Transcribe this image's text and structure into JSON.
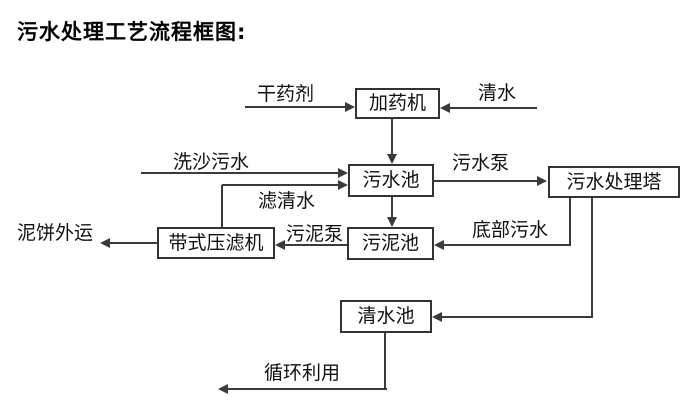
{
  "title": "污水处理工艺流程框图:",
  "diagram": {
    "type": "flowchart",
    "colors": {
      "background": "#ffffff",
      "line": "#3a3a3a",
      "box_border": "#333333",
      "text": "#000000"
    },
    "nodes": [
      {
        "id": "dosing-machine",
        "label": "加药机"
      },
      {
        "id": "sewage-pool",
        "label": "污水池"
      },
      {
        "id": "sewage-treatment-tower",
        "label": "污水处理塔"
      },
      {
        "id": "sludge-pool",
        "label": "污泥池"
      },
      {
        "id": "belt-filter-press",
        "label": "带式压滤机"
      },
      {
        "id": "clear-water-pool",
        "label": "清水池"
      }
    ],
    "edge_labels": [
      {
        "id": "dry-chemical",
        "label": "干药剂"
      },
      {
        "id": "clear-water-in",
        "label": "清水"
      },
      {
        "id": "sand-washing-sewage",
        "label": "洗沙污水"
      },
      {
        "id": "filtered-water",
        "label": "滤清水"
      },
      {
        "id": "sewage-pump",
        "label": "污水泵"
      },
      {
        "id": "sludge-pump",
        "label": "污泥泵"
      },
      {
        "id": "bottom-sewage",
        "label": "底部污水"
      },
      {
        "id": "mud-cake-out",
        "label": "泥饼外运"
      },
      {
        "id": "recycle-use",
        "label": "循环利用"
      }
    ],
    "flows": [
      {
        "from": "干药剂(外部)",
        "to": "加药机",
        "label": "干药剂"
      },
      {
        "from": "清水(外部)",
        "to": "加药机",
        "label": "清水"
      },
      {
        "from": "加药机",
        "to": "污水池",
        "label": ""
      },
      {
        "from": "洗沙污水(外部)",
        "to": "污水池",
        "label": "洗沙污水"
      },
      {
        "from": "带式压滤机",
        "to": "污水池",
        "label": "滤清水"
      },
      {
        "from": "污水池",
        "to": "污水处理塔",
        "label": "污水泵"
      },
      {
        "from": "污水池",
        "to": "污泥池",
        "label": ""
      },
      {
        "from": "污水处理塔",
        "to": "污泥池",
        "label": "底部污水"
      },
      {
        "from": "污泥池",
        "to": "带式压滤机",
        "label": "污泥泵"
      },
      {
        "from": "带式压滤机",
        "to": "外部",
        "label": "泥饼外运"
      },
      {
        "from": "污水处理塔",
        "to": "清水池",
        "label": ""
      },
      {
        "from": "清水池",
        "to": "外部",
        "label": "循环利用"
      }
    ]
  }
}
